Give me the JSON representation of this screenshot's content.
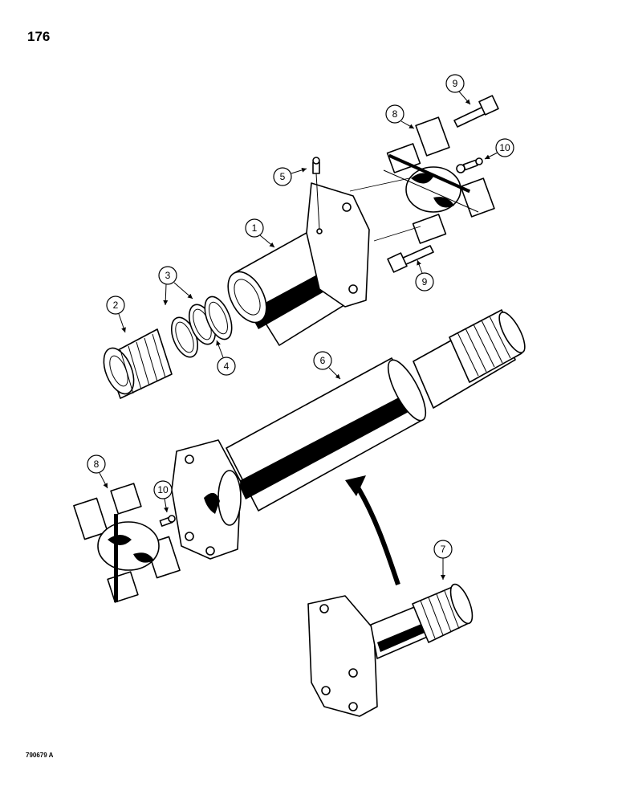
{
  "page_number": "176",
  "figure_code": "790679 A",
  "callouts": {
    "c1": "1",
    "c2": "2",
    "c3": "3",
    "c4": "4",
    "c5": "5",
    "c6": "6",
    "c7": "7",
    "c8a": "8",
    "c8b": "8",
    "c9a": "9",
    "c9b": "9",
    "c10a": "10",
    "c10b": "10"
  }
}
